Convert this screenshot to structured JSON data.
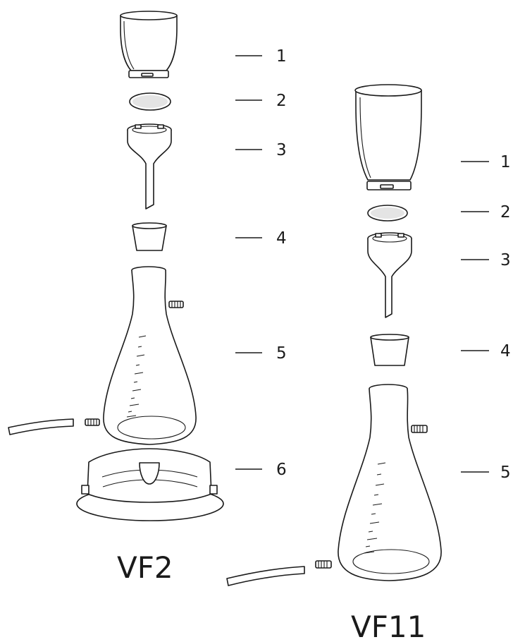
{
  "diagrams": [
    {
      "title": "VF2",
      "labels": [
        "1",
        "2",
        "3",
        "4",
        "5",
        "6"
      ]
    },
    {
      "title": "VF11",
      "labels": [
        "1",
        "2",
        "3",
        "4",
        "5"
      ]
    }
  ]
}
